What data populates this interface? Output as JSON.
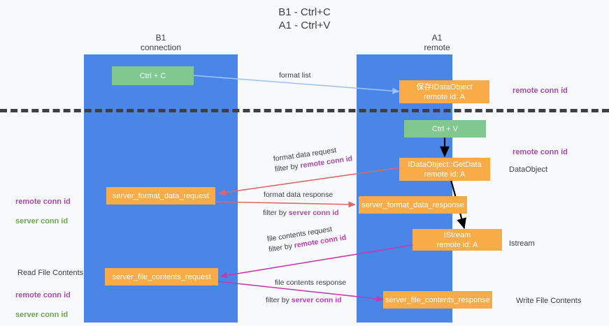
{
  "title": "B1 - Ctrl+C\nA1 - Ctrl+V",
  "columns": {
    "left": {
      "header": "B1\nconnection"
    },
    "right": {
      "header": "A1\nremote"
    }
  },
  "colors": {
    "lane": "#4a86e8",
    "green_box": "#80c790",
    "orange_box": "#f9ab48",
    "purple_text": "#a64ca6",
    "green_text": "#6aa84f",
    "blue_arrow": "#9fc5f8",
    "red_arrow": "#e06666",
    "magenta_arrow": "#c738b0",
    "black_arrow": "#000000",
    "divider": "#3c4043",
    "background": "#f8f9fa"
  },
  "boxes": {
    "ctrl_c": "Ctrl + C",
    "ctrl_v": "Ctrl + V",
    "idataobject_store": "保存IDataObject\nremote id: A",
    "idataobject_getdata": "IDataObject::GetData\nremote id: A",
    "server_format_data_request": "server_format_data_request",
    "server_format_data_response": "server_format_data_response",
    "istream": "IStream\nremote id: A",
    "server_file_contents_request": "server_file_contents_request",
    "server_file_contents_response": "server_file_contents_response"
  },
  "edge_labels": {
    "format_list": "format list",
    "format_data_request_line1": "format data request",
    "format_data_request_line2_pre": "filter by ",
    "format_data_request_line2_hl": "remote conn id",
    "format_data_response_line1": "format data response",
    "format_data_response_line2_pre": "filter by ",
    "format_data_response_line2_hl": "server conn id",
    "file_contents_request_line1": "file contents request",
    "file_contents_request_line2_pre": "filter by ",
    "file_contents_request_line2_hl": "remote conn id",
    "file_contents_response_line1": "file contents response",
    "file_contents_response_line2_pre": "filter by ",
    "file_contents_response_line2_hl": "server conn id"
  },
  "notes": {
    "right_remote_conn_id_top": "remote conn id",
    "right_remote_conn_id_mid": "remote conn id",
    "right_dataobject": "DataObject",
    "right_istream": "Istream",
    "right_write_file_contents": "Write File Contents",
    "left_conn_ids_mid": "remote conn id\nserver conn id",
    "left_read_file_contents": "Read File Contents",
    "left_conn_ids_bottom": "remote conn id\nserver conn id"
  }
}
